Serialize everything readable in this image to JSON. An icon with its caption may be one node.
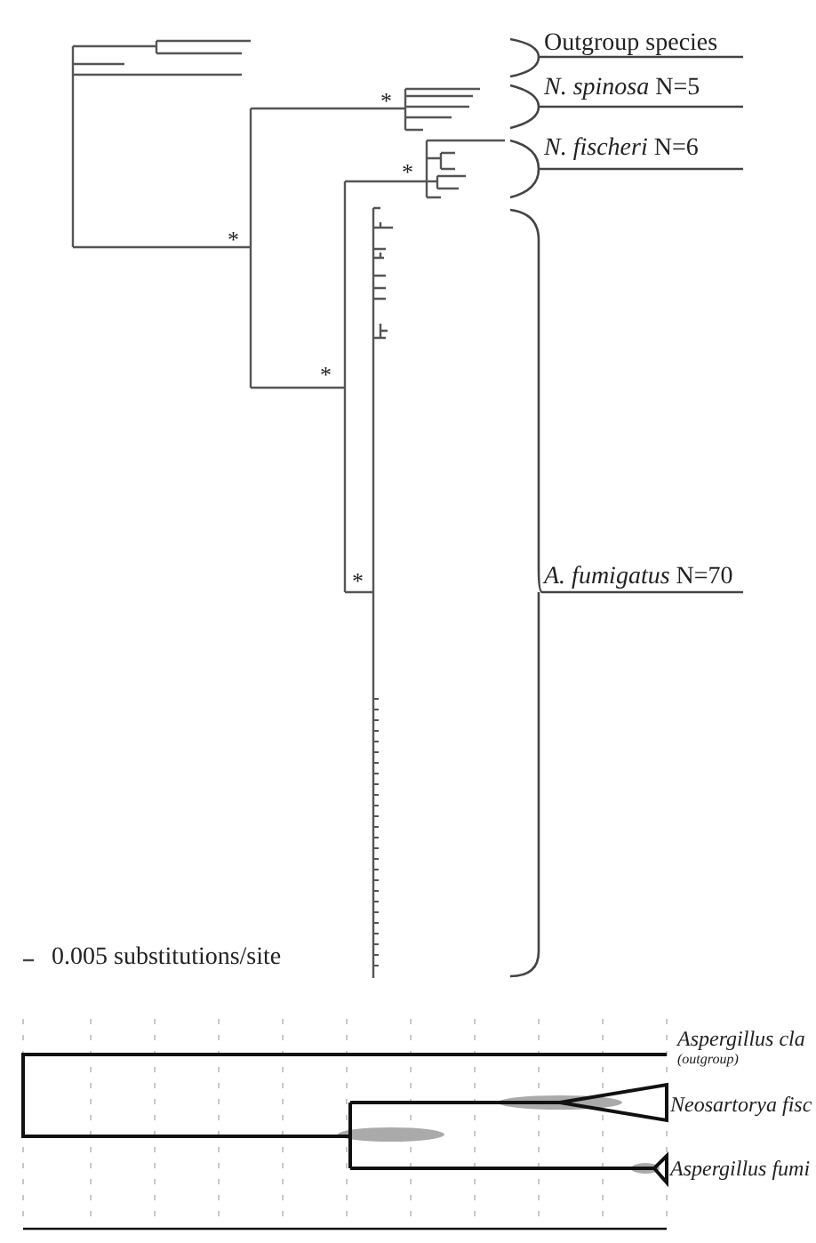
{
  "diagram": {
    "labels": [
      "Outgroup species",
      "*",
      "*N. spinosa* N=5",
      "*",
      "*N. fischeri* N=6",
      "*",
      "*",
      "*",
      "*A. fumigatus* N=70",
      "0.005 substitutions/site",
      "Aspergillus cla",
      "(outgroup)",
      "Neosartorya fisc",
      "Aspergillus fumi"
    ]
  }
}
